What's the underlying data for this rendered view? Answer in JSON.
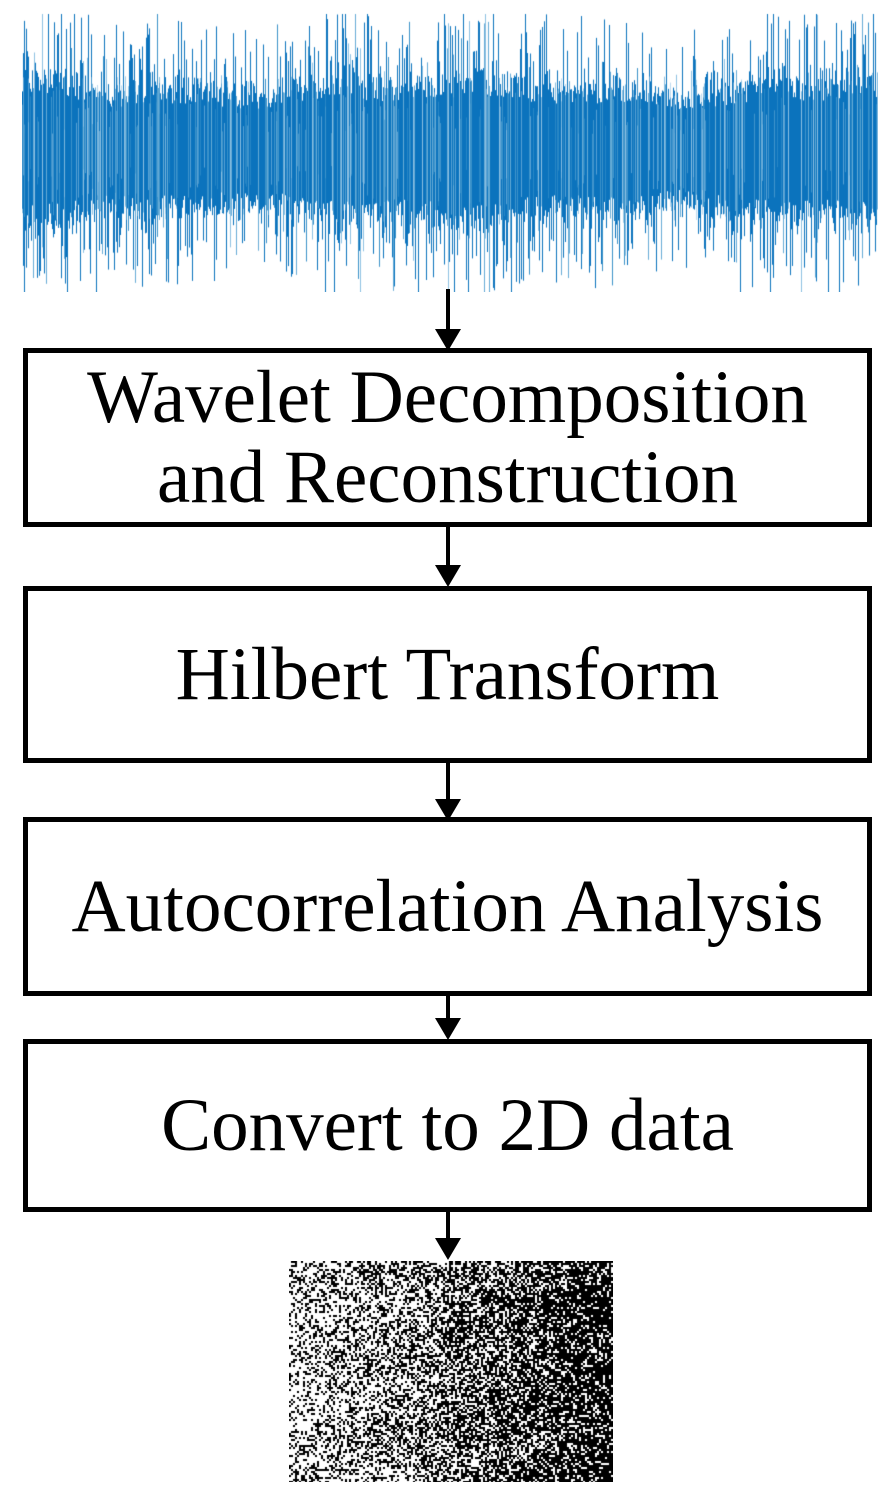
{
  "flowchart": {
    "steps": [
      {
        "id": "wavelet",
        "label": "Wavelet Decomposition and Reconstruction"
      },
      {
        "id": "hilbert",
        "label": "Hilbert Transform"
      },
      {
        "id": "autocorrelation",
        "label": "Autocorrelation Analysis"
      },
      {
        "id": "convert-2d",
        "label": "Convert to 2D data"
      }
    ]
  },
  "figures": {
    "input_signal": {
      "type": "waveform",
      "color": "#0b73bd",
      "color_light": "#66abd6",
      "description": "dense noisy 1-D time-domain signal plotted in blue"
    },
    "output_image": {
      "type": "binary-speckle",
      "foreground": "#000000",
      "background": "#ffffff",
      "description": "2-D binary speckle image, black density increasing from left to right"
    }
  },
  "colors": {
    "background": "#ffffff",
    "box_border": "#000000",
    "arrow": "#000000",
    "text": "#000000"
  }
}
